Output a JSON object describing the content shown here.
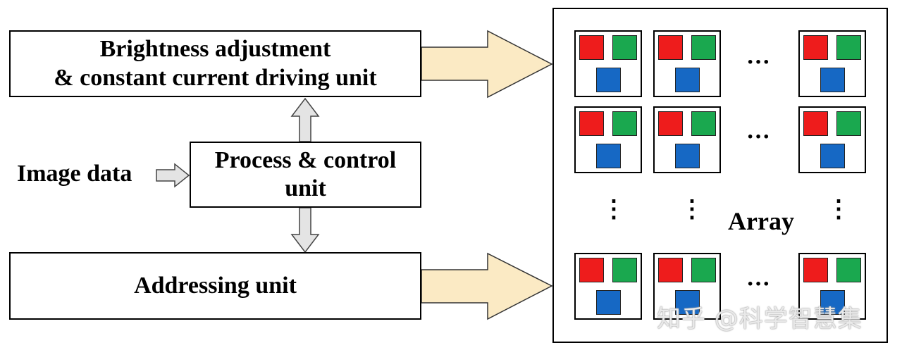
{
  "blocks": {
    "brightness_unit": [
      "Brightness adjustment",
      "& constant current driving unit"
    ],
    "process_unit": [
      "Process & control",
      "unit"
    ],
    "addressing_unit": "Addressing unit",
    "image_data": "Image data"
  },
  "array": {
    "label": "Array",
    "h_ellipsis": "···",
    "v_ellipsis": "⋮",
    "subpixel_colors": {
      "red": "#ee1c1c",
      "green": "#1aa84f",
      "blue": "#1668c4"
    }
  },
  "watermark": "知乎 @科学智慧集",
  "colors": {
    "big_arrow_fill": "#fbeac4",
    "small_arrow_fill": "#e4e4e4"
  }
}
